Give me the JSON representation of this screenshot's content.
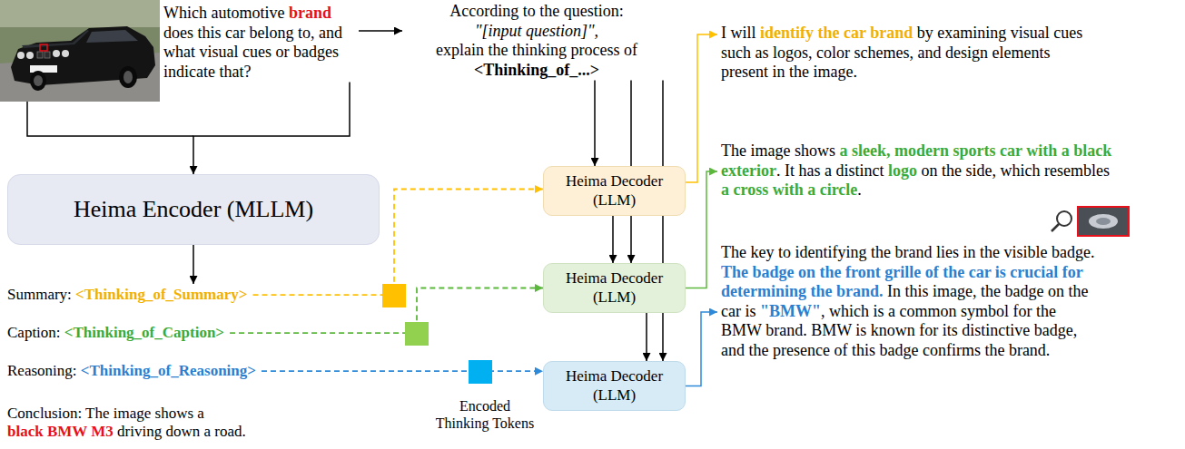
{
  "diagram": {
    "nodes": [
      {
        "text": [
          "Which automotive",
          "brand",
          "does this car belong to, and what visual cues or badges indicate that?"
        ]
      },
      {
        "text": [
          "According to the question:",
          "\"[input question]\",",
          "explain the thinking process of",
          "<Thinking_of_...>"
        ]
      },
      {
        "text": [
          "Heima Encoder (MLLM)"
        ]
      },
      {
        "text": [
          "Summary:",
          "<Thinking_of_Summary>"
        ]
      },
      {
        "text": [
          "Caption:",
          "<Thinking_of_Caption>"
        ]
      },
      {
        "text": [
          "Reasoning:",
          "<Thinking_of_Reasoning>"
        ]
      },
      {
        "text": [
          "Heima Decoder (LLM)"
        ]
      },
      {
        "text": [
          "Heima Decoder (LLM)"
        ]
      },
      {
        "text": [
          "Heima Decoder (LLM)"
        ]
      },
      {
        "text": [
          "I will",
          "identify the car brand",
          "by examining visual cues such as logos, color schemes, and design elements present in the image."
        ]
      },
      {
        "text": [
          "The image shows",
          "a sleek, modern sports car with a black exterior",
          ". It has a distinct",
          "logo",
          "on the side, which resembles",
          "a cross with a circle",
          "."
        ]
      },
      {
        "text": [
          "The key to identifying the brand lies in the visible badge.",
          "The badge on the front grille of the car is crucial for determining the brand.",
          "In this image, the badge on the car is",
          "\"BMW\"",
          ", which is a common symbol for the BMW brand. BMW is known for its distinctive badge, and the presence of this badge confirms the brand."
        ]
      }
    ],
    "edges": [
      {
        "from": 0,
        "to": 1,
        "arrow": "to"
      },
      {
        "from": 0,
        "to": 2,
        "arrow": "to"
      },
      {
        "from": 2,
        "to": 3,
        "arrow": "to"
      },
      {
        "from": 1,
        "to": 6,
        "arrow": "to"
      },
      {
        "from": 1,
        "to": 7,
        "arrow": "to"
      },
      {
        "from": 1,
        "to": 8,
        "arrow": "to"
      },
      {
        "from": 6,
        "to": 7,
        "arrow": "to"
      },
      {
        "from": 7,
        "to": 8,
        "arrow": "to"
      },
      {
        "from": 3,
        "to": 6,
        "arrow": "to"
      },
      {
        "from": 4,
        "to": 7,
        "arrow": "to"
      },
      {
        "from": 5,
        "to": 8,
        "arrow": "to"
      },
      {
        "from": 6,
        "to": 9,
        "arrow": "to"
      },
      {
        "from": 7,
        "to": 10,
        "arrow": "to"
      },
      {
        "from": 8,
        "to": 11,
        "arrow": "to"
      }
    ],
    "labels": [
      "Conclusion: The image shows a",
      "black BMW M3",
      "driving down a road.",
      "Encoded Thinking Tokens"
    ]
  }
}
